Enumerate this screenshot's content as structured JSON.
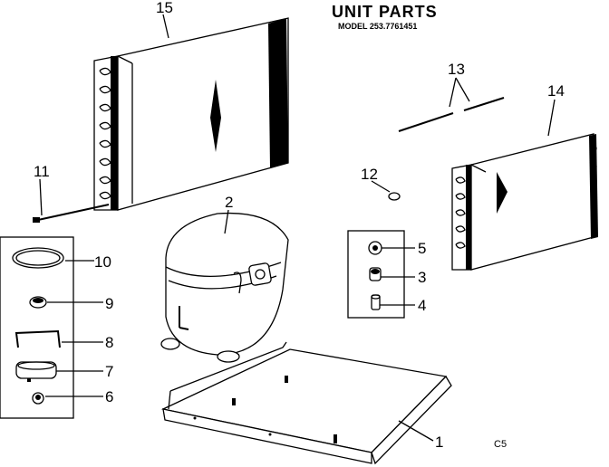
{
  "header": {
    "title": "UNIT PARTS",
    "model": "MODEL 253.7761451"
  },
  "callouts": {
    "p1": "1",
    "p2": "2",
    "p3": "3",
    "p4": "4",
    "p5": "5",
    "p6": "6",
    "p7": "7",
    "p8": "8",
    "p9": "9",
    "p10": "10",
    "p11": "11",
    "p12": "12",
    "p13": "13",
    "p14": "14",
    "p15": "15"
  },
  "footer": {
    "code": "C5"
  }
}
